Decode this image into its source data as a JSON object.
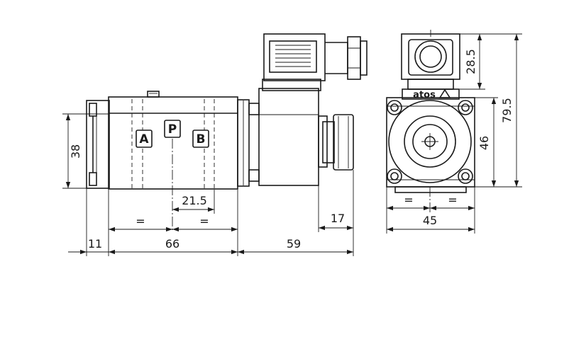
{
  "ports": {
    "a": "A",
    "p": "P",
    "b": "B"
  },
  "brand": {
    "name": "atos"
  },
  "dimensions": {
    "height_38": "38",
    "spacing_21_5": "21.5",
    "length_17": "17",
    "length_11": "11",
    "length_66": "66",
    "length_59": "59",
    "height_28_5": "28.5",
    "height_46": "46",
    "height_79_5": "79.5",
    "width_45": "45",
    "equal_sign": "="
  }
}
